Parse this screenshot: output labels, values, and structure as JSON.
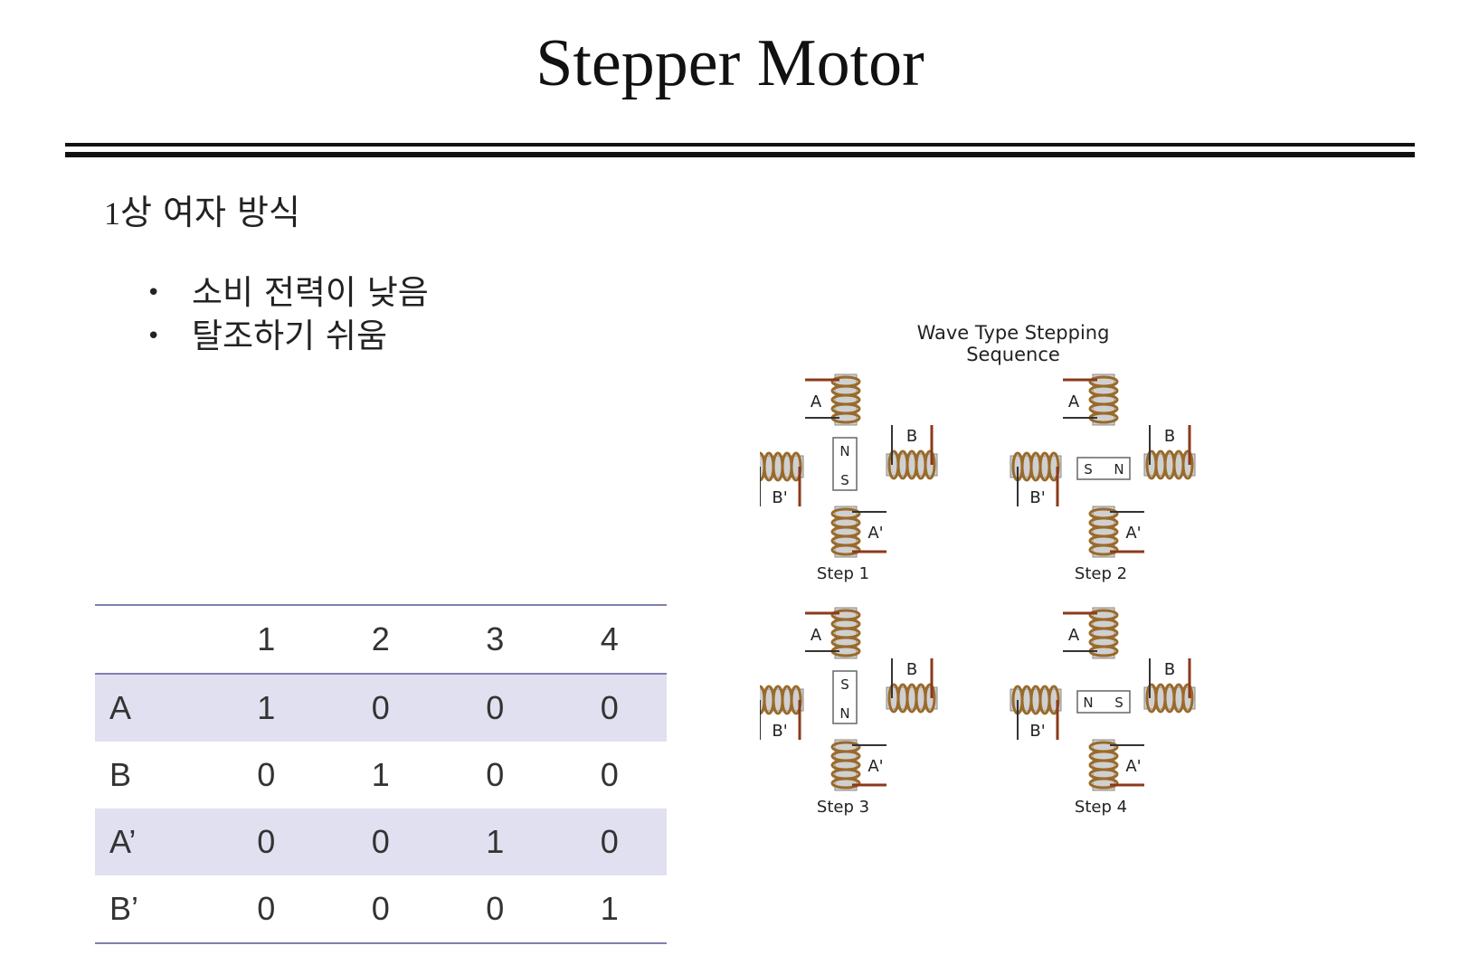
{
  "title": "Stepper Motor",
  "subtitle": {
    "number": "1",
    "text": "상 여자 방식"
  },
  "bullets": [
    "소비 전력이 낮음",
    "탈조하기 쉬움"
  ],
  "bullet_symbol": "•",
  "table": {
    "columns": [
      "1",
      "2",
      "3",
      "4"
    ],
    "rows": [
      {
        "label": "A",
        "values": [
          "1",
          "0",
          "0",
          "0"
        ]
      },
      {
        "label": "B",
        "values": [
          "0",
          "1",
          "0",
          "0"
        ]
      },
      {
        "label": "A’",
        "values": [
          "0",
          "0",
          "1",
          "0"
        ]
      },
      {
        "label": "B’",
        "values": [
          "0",
          "0",
          "0",
          "1"
        ]
      }
    ]
  },
  "diagram": {
    "title": "Wave Type Stepping Sequence",
    "coil_labels": {
      "a": "A",
      "b": "B",
      "a_prime": "A'",
      "b_prime": "B'"
    },
    "magnet_poles": {
      "north": "N",
      "south": "S"
    },
    "steps": [
      {
        "label": "Step 1",
        "magnet": "vertical",
        "first_pole": "N",
        "second_pole": "S"
      },
      {
        "label": "Step 2",
        "magnet": "horizontal",
        "first_pole": "S",
        "second_pole": "N"
      },
      {
        "label": "Step 3",
        "magnet": "vertical",
        "first_pole": "S",
        "second_pole": "N"
      },
      {
        "label": "Step 4",
        "magnet": "horizontal",
        "first_pole": "N",
        "second_pole": "S"
      }
    ],
    "colors": {
      "coil": "#9a6a2a",
      "wire": "#8b3a1a",
      "core": "#d0d0d0"
    }
  }
}
